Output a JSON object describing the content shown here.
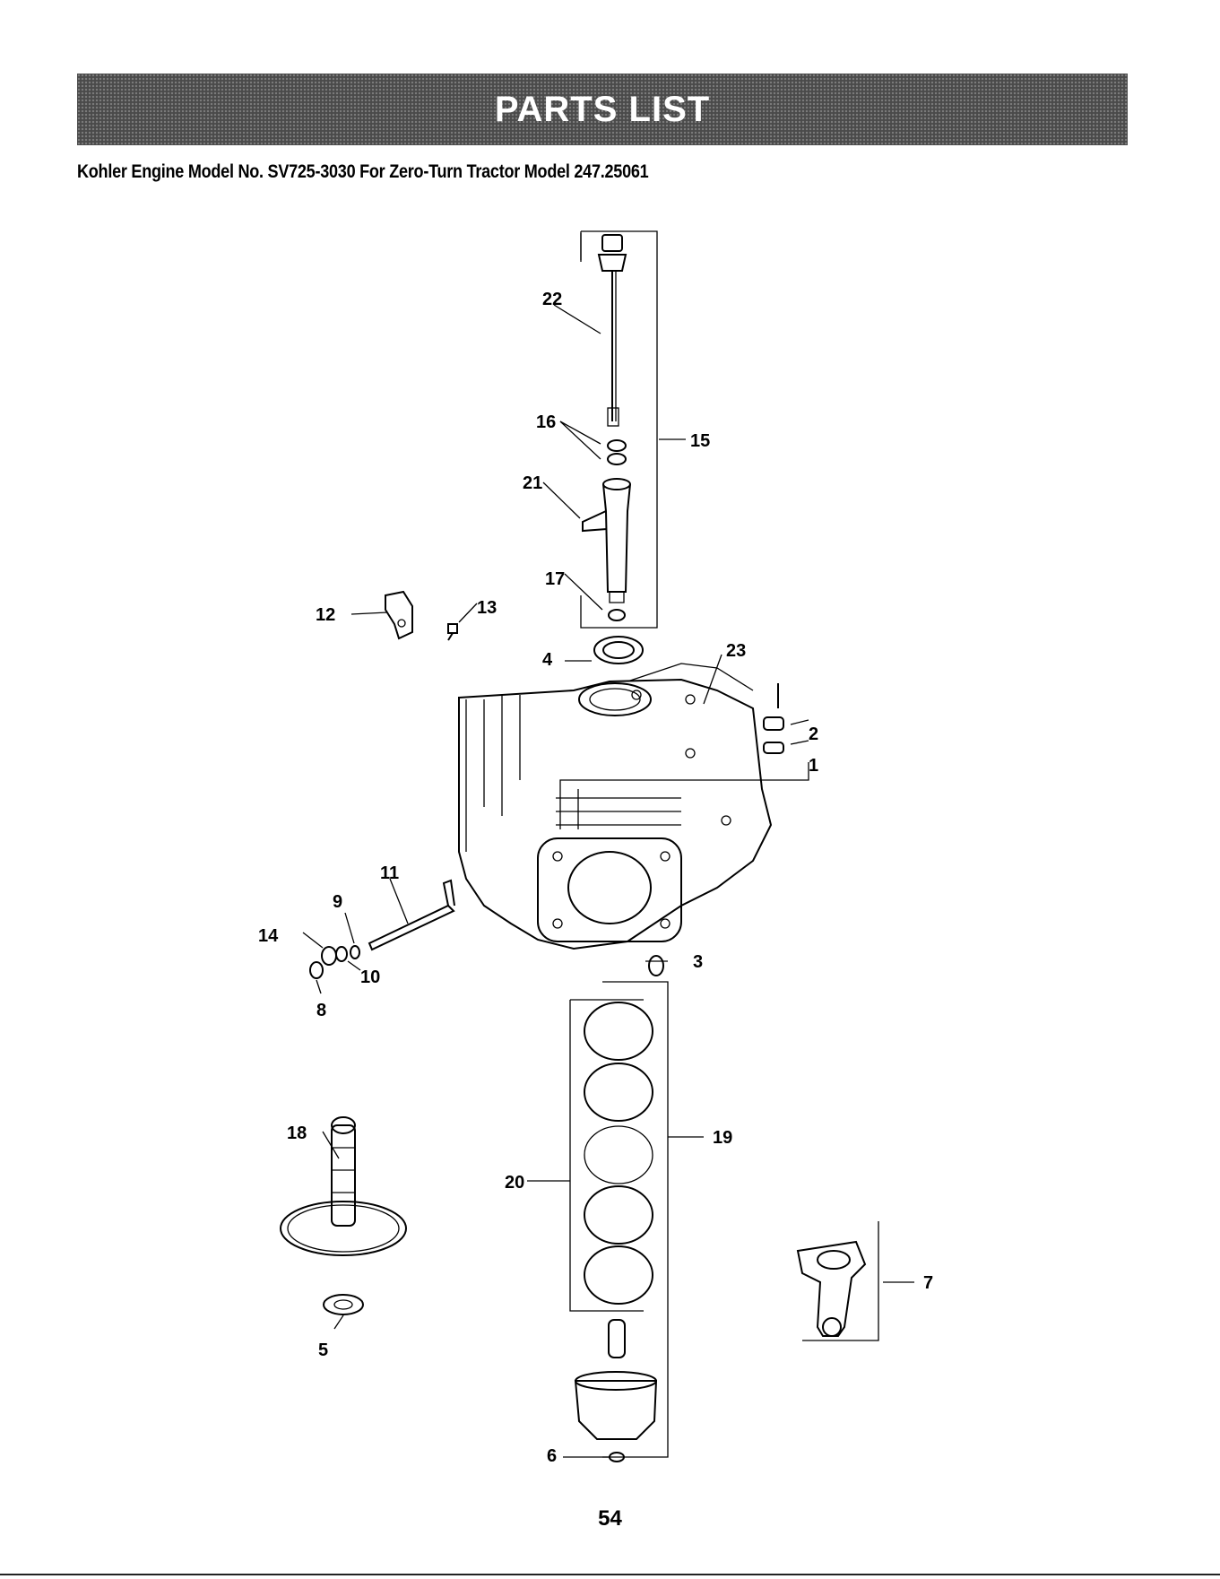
{
  "banner": {
    "title": "PARTS LIST"
  },
  "subtitle": "Kohler Engine Model No. SV725-3030 For Zero-Turn Tractor Model 247.25061",
  "callouts": [
    "1",
    "2",
    "3",
    "4",
    "5",
    "6",
    "7",
    "8",
    "9",
    "10",
    "11",
    "12",
    "13",
    "14",
    "15",
    "16",
    "17",
    "18",
    "19",
    "20",
    "21",
    "22",
    "23"
  ],
  "page_number": "54"
}
